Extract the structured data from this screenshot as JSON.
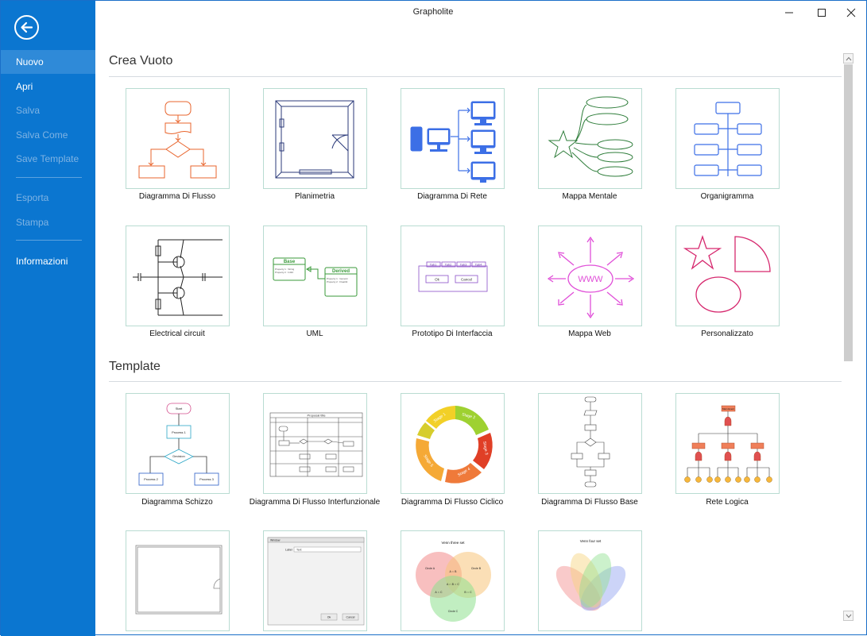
{
  "window": {
    "title": "Grapholite"
  },
  "sidebar": {
    "items": [
      {
        "label": "Nuovo"
      },
      {
        "label": "Apri"
      },
      {
        "label": "Salva"
      },
      {
        "label": "Salva Come"
      },
      {
        "label": "Save Template"
      },
      {
        "label": "Esporta"
      },
      {
        "label": "Stampa"
      },
      {
        "label": "Informazioni"
      }
    ]
  },
  "sections": {
    "blank": {
      "title": "Crea Vuoto",
      "tiles": [
        {
          "label": "Diagramma Di Flusso",
          "icon": "flowchart-icon"
        },
        {
          "label": "Planimetria",
          "icon": "floorplan-icon"
        },
        {
          "label": "Diagramma Di Rete",
          "icon": "network-icon"
        },
        {
          "label": "Mappa Mentale",
          "icon": "mindmap-icon"
        },
        {
          "label": "Organigramma",
          "icon": "orgchart-icon"
        },
        {
          "label": "Electrical circuit",
          "icon": "circuit-icon"
        },
        {
          "label": "UML",
          "icon": "uml-icon"
        },
        {
          "label": "Prototipo Di Interfaccia",
          "icon": "ui-prototype-icon"
        },
        {
          "label": "Mappa Web",
          "icon": "webmap-icon"
        },
        {
          "label": "Personalizzato",
          "icon": "custom-shapes-icon"
        }
      ]
    },
    "templates": {
      "title": "Template",
      "tiles": [
        {
          "label": "Diagramma Schizzo"
        },
        {
          "label": "Diagramma Di Flusso Interfunzionale"
        },
        {
          "label": "Diagramma Di Flusso Ciclico"
        },
        {
          "label": "Diagramma Di Flusso Base"
        },
        {
          "label": "Rete Logica"
        },
        {
          "label": ""
        },
        {
          "label": ""
        },
        {
          "label": ""
        },
        {
          "label": ""
        }
      ]
    }
  },
  "thumbnails": {
    "uml": {
      "base": "Base",
      "derived": "Derived",
      "prop1": "Property 1 : String",
      "prop2": "Property 2 : Int32",
      "prop3": "Property 1 : Generic",
      "prop4": "Property 2 : Float32"
    },
    "ui": {
      "tabs": [
        "Tab1",
        "Tab2",
        "Tab3",
        "Tab4"
      ],
      "ok": "Ok",
      "cancel": "Cancel"
    },
    "web": {
      "label": "WWW"
    },
    "sketch": {
      "start": "Start",
      "process1": "Process 1",
      "decision": "Decision",
      "process2": "Process 2",
      "process3": "Process 3"
    },
    "cross": {
      "title": "Proposal title"
    },
    "cycle": {
      "stages": [
        "Stage 1",
        "Stage 2",
        "Stage 3",
        "Stage 4",
        "Stage 5"
      ]
    },
    "logic": {
      "root": "Main Event"
    },
    "form": {
      "window": "Window",
      "label": "Label",
      "text": "Text",
      "ok": "Ok",
      "cancel": "Cancel"
    },
    "venn3": {
      "title": "Venn three set",
      "a": "Circle A",
      "b": "Circle B",
      "c": "Circle C",
      "ab": "A ∩ B",
      "ac": "A ∩ C",
      "bc": "B ∩ C",
      "abc": "A ∩ B ∩ C"
    },
    "venn4": {
      "title": "Venn four set"
    }
  },
  "colors": {
    "sidebar": "#0b76d0",
    "flow": "#e8642c",
    "network": "#3c6fe6",
    "mindmap": "#2e7d3a",
    "uml": "#3a9a3a",
    "webmap": "#e04fd8",
    "custom": "#d6286e"
  }
}
